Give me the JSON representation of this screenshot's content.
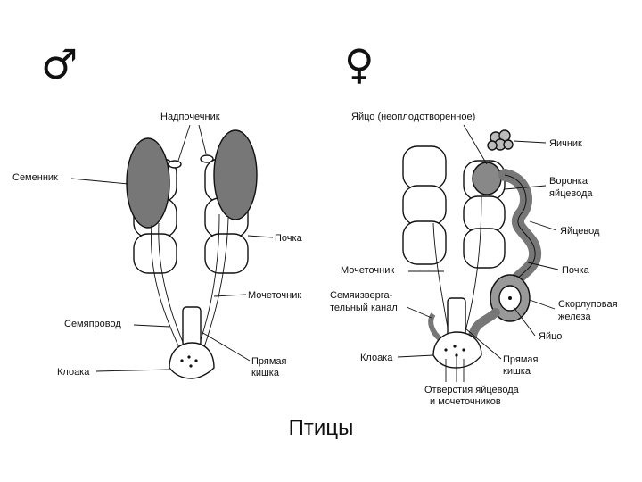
{
  "symbols": {
    "male": "♂",
    "female": "♀"
  },
  "male_labels": {
    "adrenal": "Надпочечник",
    "testis": "Семенник",
    "kidney": "Почка",
    "ureter": "Мочеточник",
    "vas_deferens": "Семяпровод",
    "cloaca": "Клоака",
    "rectum_line1": "Прямая",
    "rectum_line2": "кишка"
  },
  "female_labels": {
    "egg_unfertilized": "Яйцо (неоплодотворенное)",
    "ovary": "Яичник",
    "funnel_line1": "Воронка",
    "funnel_line2": "яйцевода",
    "oviduct": "Яйцевод",
    "kidney": "Почка",
    "ureter": "Мочеточник",
    "seminal_line1": "Семяизверга-",
    "seminal_line2": "тельный канал",
    "shell_gland_line1": "Скорлуповая",
    "shell_gland_line2": "железа",
    "egg": "Яйцо",
    "cloaca": "Клоака",
    "rectum_line1": "Прямая",
    "rectum_line2": "кишка",
    "openings_line1": "Отверстия яйцевода",
    "openings_line2": "и мочеточников"
  },
  "caption": "Птицы"
}
